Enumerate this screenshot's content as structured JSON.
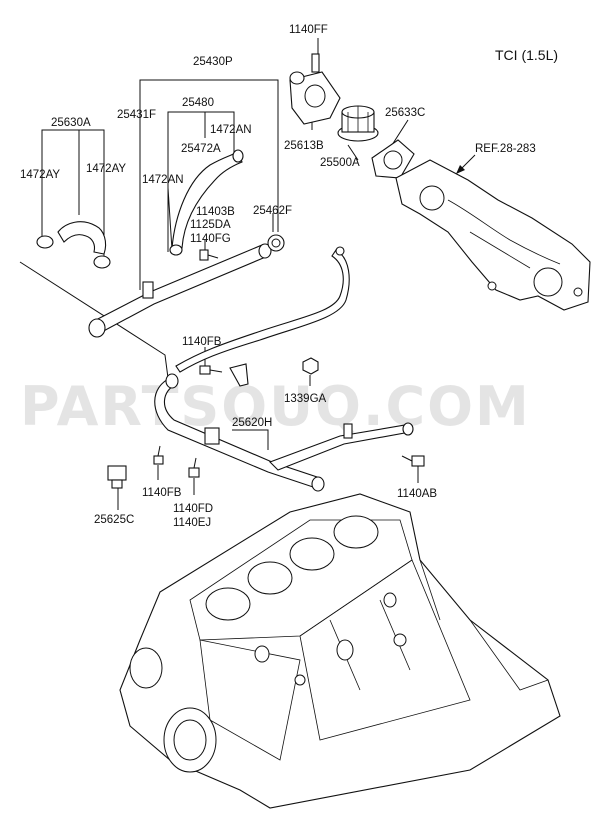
{
  "title": "TCI (1.5L)",
  "watermark": "PARTSOUQ.COM",
  "labels": {
    "p1140FF": "1140FF",
    "p25430P": "25430P",
    "p25480": "25480",
    "p25431F": "25431F",
    "p25630A": "25630A",
    "p1472AN_a": "1472AN",
    "p25472A": "25472A",
    "p1472AY_a": "1472AY",
    "p1472AY_b": "1472AY",
    "p1472AN_b": "1472AN",
    "p25613B": "25613B",
    "p25633C": "25633C",
    "p25500A": "25500A",
    "ref": "REF.28-283",
    "p11403B": "11403B",
    "p1125DA": "1125DA",
    "p1140FG": "1140FG",
    "p25462F": "25462F",
    "p1140FB_a": "1140FB",
    "p1339GA": "1339GA",
    "p25620H": "25620H",
    "p1140FB_b": "1140FB",
    "p1140FD": "1140FD",
    "p1140EJ": "1140EJ",
    "p1140AB": "1140AB",
    "p25625C": "25625C"
  }
}
